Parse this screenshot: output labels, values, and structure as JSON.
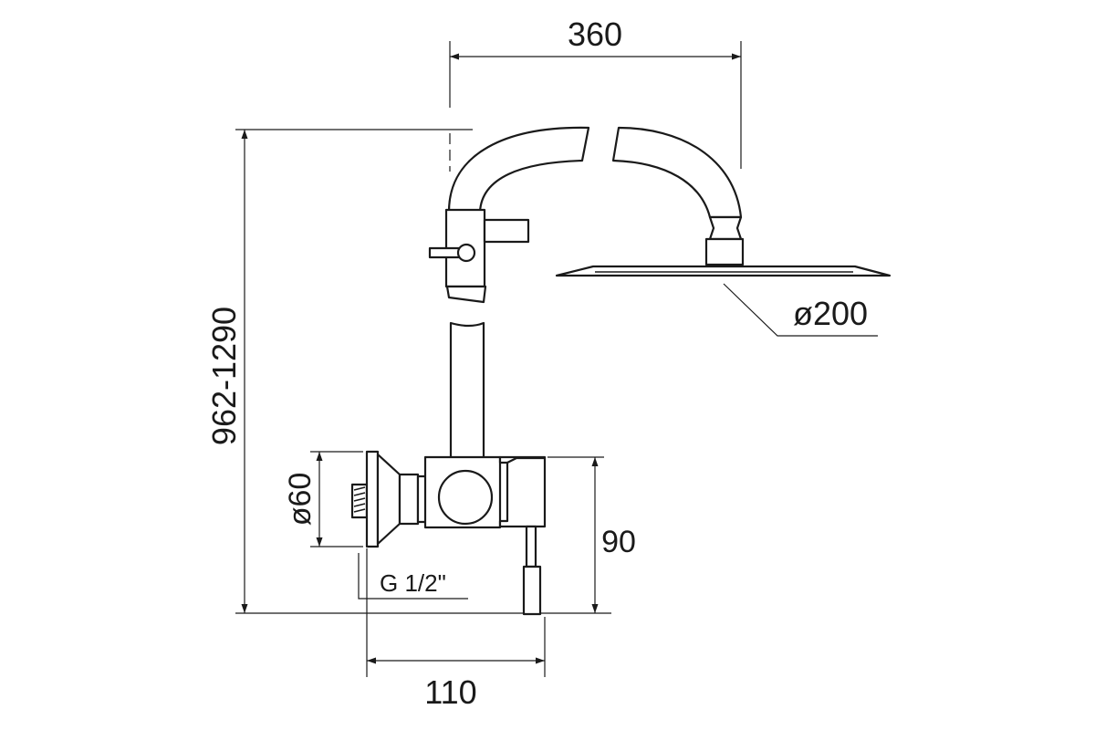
{
  "dimensions": {
    "head_reach": "360",
    "head_diameter": "ø200",
    "total_height": "962-1290",
    "flange_diameter": "ø60",
    "inlet_thread": "G 1/2\"",
    "mixer_height": "90",
    "mixer_depth": "110"
  }
}
